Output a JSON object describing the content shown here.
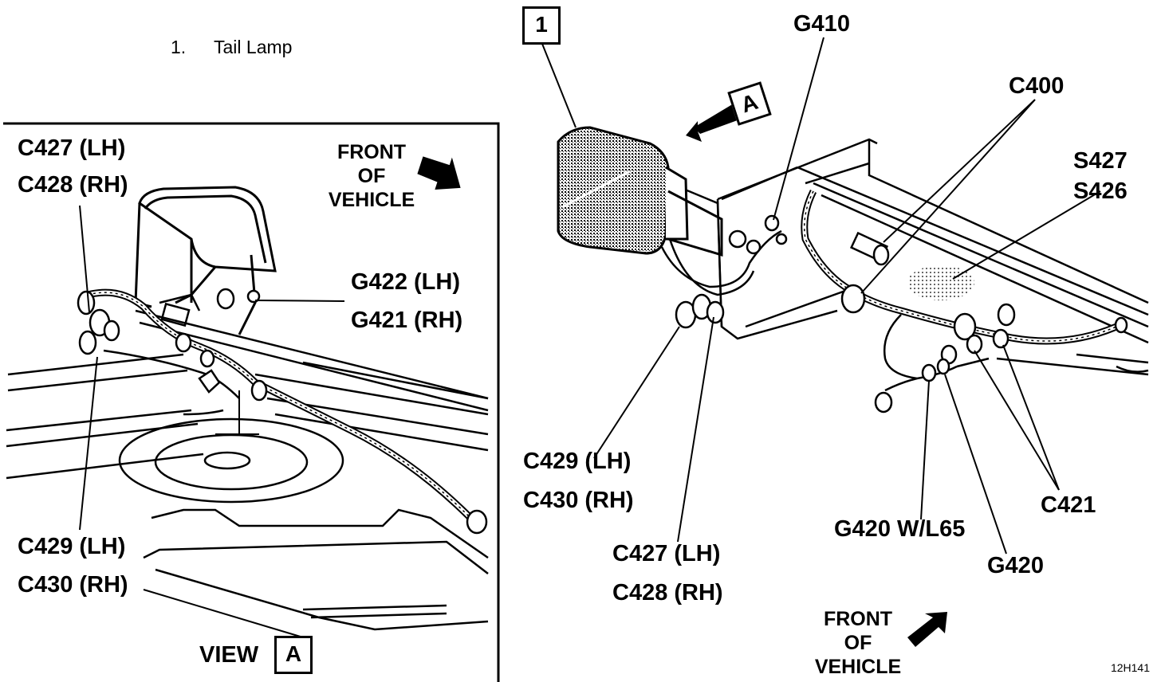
{
  "legend": {
    "number": "1.",
    "label": "Tail Lamp"
  },
  "left_view": {
    "front_of_vehicle": [
      "FRONT",
      "OF",
      "VEHICLE"
    ],
    "labels": {
      "c427": "C427 (LH)",
      "c428": "C428 (RH)",
      "g422": "G422 (LH)",
      "g421": "G421 (RH)",
      "c429": "C429 (LH)",
      "c430": "C430 (RH)"
    },
    "view_label": "VIEW",
    "view_box": "A"
  },
  "right_view": {
    "callout_number": "1",
    "view_arrow_box": "A",
    "front_of_vehicle": [
      "FRONT",
      "OF",
      "VEHICLE"
    ],
    "labels": {
      "g410": "G410",
      "c400": "C400",
      "s427": "S427",
      "s426": "S426",
      "c429": "C429 (LH)",
      "c430": "C430 (RH)",
      "c427": "C427 (LH)",
      "c428": "C428 (RH)",
      "g420_l65": "G420 W/L65",
      "g420": "G420",
      "c421": "C421"
    }
  },
  "figure_id": "12H141"
}
